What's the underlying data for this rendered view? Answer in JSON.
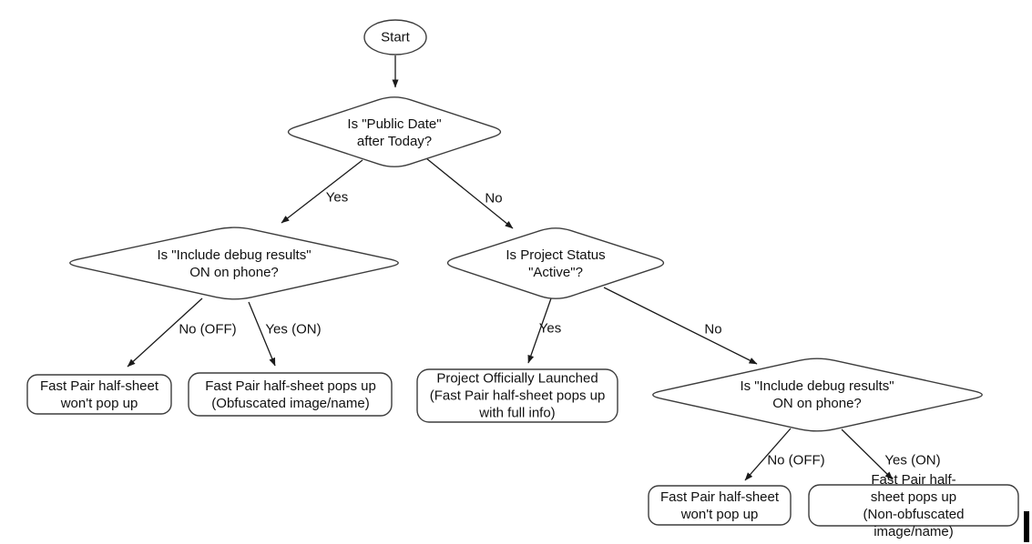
{
  "flowchart": {
    "title": "Fast Pair half-sheet decision flowchart",
    "colors": {
      "background": "#ffffff",
      "shape_stroke": "#3d3d3d",
      "arrow_stroke": "#1a1a1a",
      "text": "#111111"
    },
    "nodes": {
      "start": {
        "type": "terminator",
        "label": "Start"
      },
      "d1": {
        "type": "decision",
        "label": "Is \"Public Date\"\nafter Today?"
      },
      "d2": {
        "type": "decision",
        "label": "Is \"Include debug results\"\nON on phone?"
      },
      "d3": {
        "type": "decision",
        "label": "Is Project Status\n\"Active\"?"
      },
      "d4": {
        "type": "decision",
        "label": "Is \"Include debug results\"\nON on phone?"
      },
      "box_a": {
        "type": "result",
        "label": "Fast Pair half-sheet\nwon't pop up"
      },
      "box_b": {
        "type": "result",
        "label": "Fast Pair half-sheet pops up\n(Obfuscated image/name)"
      },
      "box_mid": {
        "type": "result",
        "label": "Project Officially Launched\n(Fast Pair half-sheet pops up\nwith full info)"
      },
      "box_c": {
        "type": "result",
        "label": "Fast Pair half-sheet\nwon't pop up"
      },
      "box_d": {
        "type": "result",
        "label": "Fast Pair half-sheet pops up\n(Non-obfuscated image/name)"
      }
    },
    "edge_labels": {
      "d1_yes": "Yes",
      "d1_no": "No",
      "d2_no": "No (OFF)",
      "d2_yes": "Yes (ON)",
      "d3_yes": "Yes",
      "d3_no": "No",
      "d4_no": "No (OFF)",
      "d4_yes": "Yes (ON)"
    }
  }
}
